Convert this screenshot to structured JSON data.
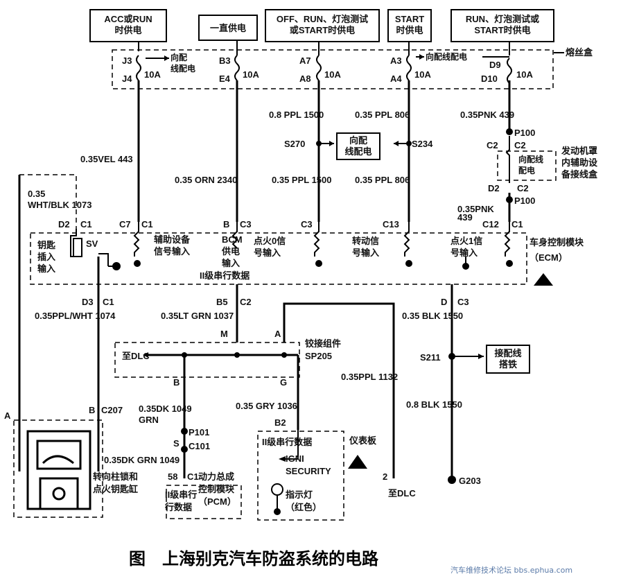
{
  "power_boxes": {
    "acc_run": "ACC或RUN\n时供电",
    "constant": "一直供电",
    "off_run": "OFF、RUN、灯泡测试\n或START时供电",
    "start": "START\n时供电",
    "run_bulb": "RUN、灯泡测试或\nSTART时供电"
  },
  "fuse_box": {
    "title": "熔丝盒",
    "pins": {
      "j3": "J3",
      "j4": "J4",
      "b3": "B3",
      "e4": "E4",
      "a7": "A7",
      "a8": "A8",
      "a3": "A3",
      "a4": "A4",
      "d9": "D9",
      "d10": "D10"
    },
    "amp": "10A",
    "to_distribution_1": "向配\n线配电",
    "to_distribution_2": "向配线配电"
  },
  "wires": {
    "ppl1500_a": "0.8 PPL 1500",
    "ppl806_a": "0.35 PPL 806",
    "pnk439_a": "0.35PNK 439",
    "vel443": "0.35VEL 443",
    "orn2340": "0.35 ORN 2340",
    "ppl1500_b": "0.35 PPL 1500",
    "ppl806_b": "0.35 PPL 806",
    "wht_blk": "0.35\nWHT/BLK 1073",
    "pnk439_b": "0.35PNK\n439",
    "ppl_wht": "0.35PPL/WHT 1074",
    "lt_grn": "0.35LT GRN 1037",
    "blk1550_a": "0.35 BLK 1550",
    "ppl1132": "0.35PPL 1132",
    "dk_grn_a": "0.35DK 1049\nGRN",
    "gry1036": "0.35 GRY 1036",
    "blk1550_b": "0.8 BLK 1550",
    "dk_grn_b": "0.35DK GRN 1049"
  },
  "splices": {
    "s270": "S270",
    "s234": "S234",
    "s211": "S211",
    "center_box": "向配\n线配电",
    "ground_box": "接配线\n搭铁"
  },
  "connectors": {
    "p100_top": "P100",
    "c2_a": "C2",
    "c2_b": "C2",
    "d2_top": "D2",
    "c2_c": "C2",
    "p100_bot": "P100",
    "d2_c1": "D2",
    "c1_a": "C1",
    "c7": "C7",
    "c1_b": "C1",
    "b_c3": "B",
    "c3_a": "C3",
    "c3_b": "C3",
    "c13": "C13",
    "c12": "C12",
    "c1_c": "C1",
    "d3": "D3",
    "c1_d": "C1",
    "b5": "B5",
    "c2_d": "C2",
    "d_c3": "D",
    "c3_c": "C3",
    "m": "M",
    "a_pin": "A",
    "b_pin": "B",
    "g_pin": "G",
    "b2": "B2",
    "a_left": "A",
    "b_c207": "B",
    "c207": "C207",
    "p101": "P101",
    "s_c101": "S",
    "c101": "C101",
    "pin58": "58",
    "c1_pcm": "C1",
    "pin2": "2",
    "g203": "G203"
  },
  "modules": {
    "aux_box": "发动机罩\n内辅助设\n备接线盒",
    "aux_dist": "向配线\n配电",
    "ecm_title": "车身控制模块\n（ECM）",
    "key_in": "钥匙\n插入\n输入",
    "sv": "SV",
    "aux_signal": "辅助设备\n信号输入",
    "bcm_power": "BCM\n供电\n输入",
    "ign0": "点火0信\n号输入",
    "crank": "转动信\n号输入",
    "ign1": "点火1信\n号输入",
    "serial2": "II级串行数据",
    "junction": "铰接组件\nSP205",
    "to_dlc_1": "至DLC",
    "to_dlc_2": "至DLC",
    "cluster": "仪表板",
    "serial_data": "II级串行数据",
    "igni": "IGNI\nSECURITY",
    "lamp": "指示灯\n（红色）",
    "lock_cyl": "转向柱锁和\n点火钥匙缸",
    "pcm": "动力总成\n控制模块\n（PCM）",
    "pcm_serial": "II级串行\n行数据"
  },
  "caption": "图　上海别克汽车防盗系统的电路",
  "watermark": "汽车维修技术论坛 bbs.ephua.com"
}
